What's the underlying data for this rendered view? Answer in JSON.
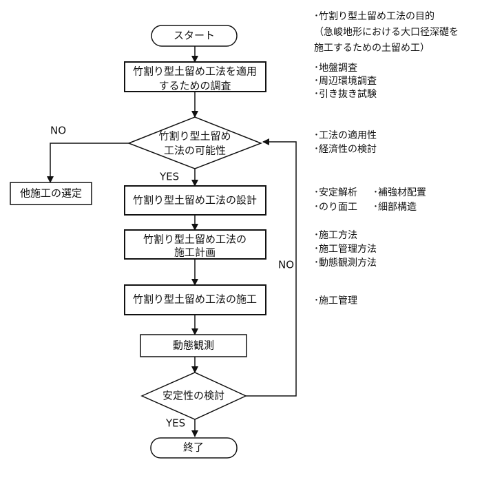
{
  "nodes": {
    "start": "スタート",
    "survey": [
      "竹割り型土留め工法を適用",
      "するための調査"
    ],
    "feasibility": [
      "竹割り型土留め",
      "工法の可能性"
    ],
    "other_method": "他施工の選定",
    "design": "竹割り型土留め工法の設計",
    "plan": [
      "竹割り型土留め工法の",
      "施工計画"
    ],
    "construction": "竹割り型土留め工法の施工",
    "monitoring": "動態観測",
    "stability": "安定性の検討",
    "end": "終了"
  },
  "labels": {
    "no_left": "NO",
    "yes_1": "YES",
    "no_loop": "NO",
    "yes_2": "YES"
  },
  "notes": {
    "purpose": [
      "･竹割り型土留め工法の目的",
      "（急峻地形における大口径深礎を",
      "施工するための土留め工）"
    ],
    "survey": [
      "･地盤調査",
      "･周辺環境調査",
      "･引き抜き試験"
    ],
    "feasibility": [
      "･工法の適用性",
      "･経済性の検討"
    ],
    "design_a": [
      "･安定解析",
      "･のり面工"
    ],
    "design_b": [
      "･補強材配置",
      "･細部構造"
    ],
    "plan": [
      "･施工方法",
      "･施工管理方法",
      "･動態観測方法"
    ],
    "construction": [
      "･施工管理"
    ]
  }
}
